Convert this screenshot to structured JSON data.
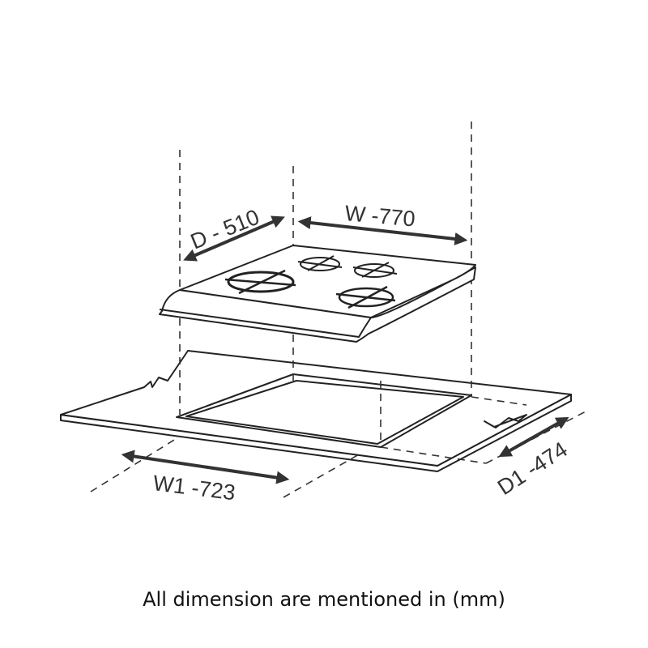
{
  "labels": {
    "depth": "D - 510",
    "width": "W -770",
    "cutout_width": "W1 -723",
    "cutout_depth": "D1 -474"
  },
  "caption": "All dimension are mentioned in (mm)",
  "colors": {
    "line": "#222222",
    "background": "#ffffff"
  }
}
